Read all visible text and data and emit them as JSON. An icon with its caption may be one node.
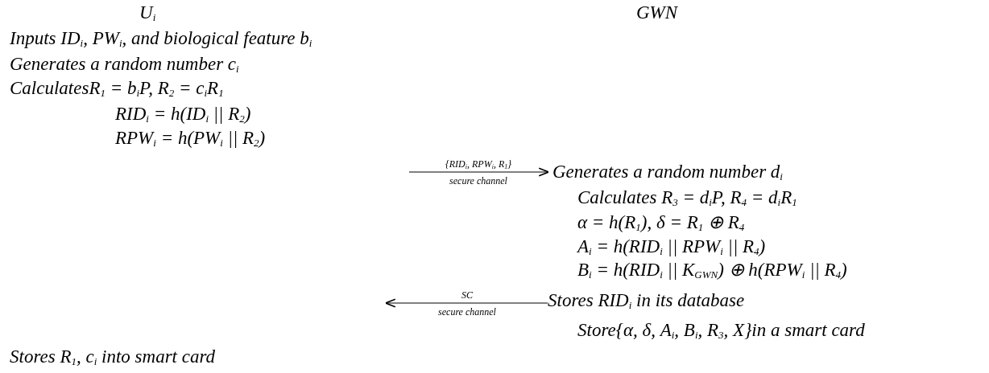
{
  "diagram": {
    "nodes": [
      {
        "text": [
          "U$_{i}$",
          "Inputs ID$_{i}$, PW$_{i}$, and biological feature b$_{i}$",
          "Generates a random number c$_{i}$",
          "CalculatesR$_{1}$ = b$_{i}$P, R$_{2}$ = c$_{i}$R$_{1}$",
          "RID$_{i}$ = h(ID$_{i}$ || R$_{2}$)",
          "RPW$_{i}$ = h(PW$_{i}$ || R$_{2}$)"
        ]
      },
      {
        "text": [
          "GWN",
          "Generates a random number d$_{i}$",
          "Calculates R$_{3}$ = d$_{i}$P, R$_{4}$ = d$_{i}$R$_{1}$",
          "α = h(R$_{1}$), δ = R$_{1}$ ⊕ R$_{4}$",
          "A$_{i}$ = h(RID$_{i}$ || RPW$_{i}$ || R$_{4}$)",
          "B$_{i}$ = h(RID$_{i}$ || K$_{GWN}$) ⊕ h(RPW$_{i}$ || R$_{4}$)",
          "Stores RID$_{i}$ in its database",
          "Store{α, δ, A$_{i}$, B$_{i}$, R$_{3}$, X}in a smart card"
        ]
      },
      {
        "text": [
          "Stores R$_{1}$, c$_{i}$ into smart card"
        ]
      }
    ],
    "edges": [
      {
        "from": null,
        "to": 1,
        "arrow": "to",
        "label": "{RID$_{i}$, RPW$_{i}$, R$_{1}$}"
      },
      {
        "from": 1,
        "to": null,
        "arrow": "to",
        "label": "SC"
      }
    ],
    "labels": [
      "secure channel",
      "secure channel"
    ]
  }
}
